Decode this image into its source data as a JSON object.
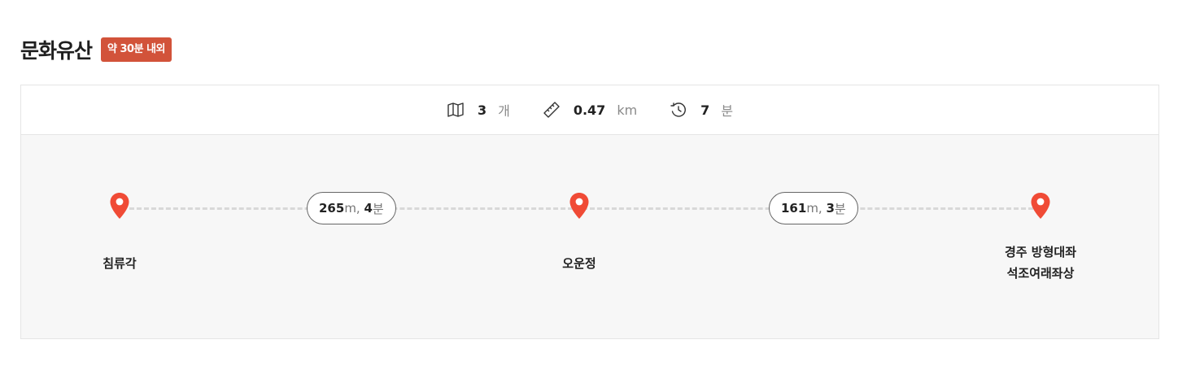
{
  "header": {
    "title": "문화유산",
    "badge": "약 30분 내외"
  },
  "summary": {
    "places": {
      "icon": "map-icon",
      "value": "3",
      "unit": "개"
    },
    "distance": {
      "icon": "ruler-icon",
      "value": "0.47",
      "unit": "km"
    },
    "time": {
      "icon": "clock-icon",
      "value": "7",
      "unit": "분"
    }
  },
  "route": {
    "stops": [
      {
        "name": "침류각"
      },
      {
        "name": "오운정"
      },
      {
        "name_line1": "경주 방형대좌",
        "name_line2": "석조여래좌상"
      }
    ],
    "segments": [
      {
        "meters": "265",
        "meter_unit": "m,",
        "minutes": "4",
        "minute_unit": "분"
      },
      {
        "meters": "161",
        "meter_unit": "m,",
        "minutes": "3",
        "minute_unit": "분"
      }
    ]
  },
  "colors": {
    "accent": "#d2533a",
    "pin": "#f04b36"
  }
}
